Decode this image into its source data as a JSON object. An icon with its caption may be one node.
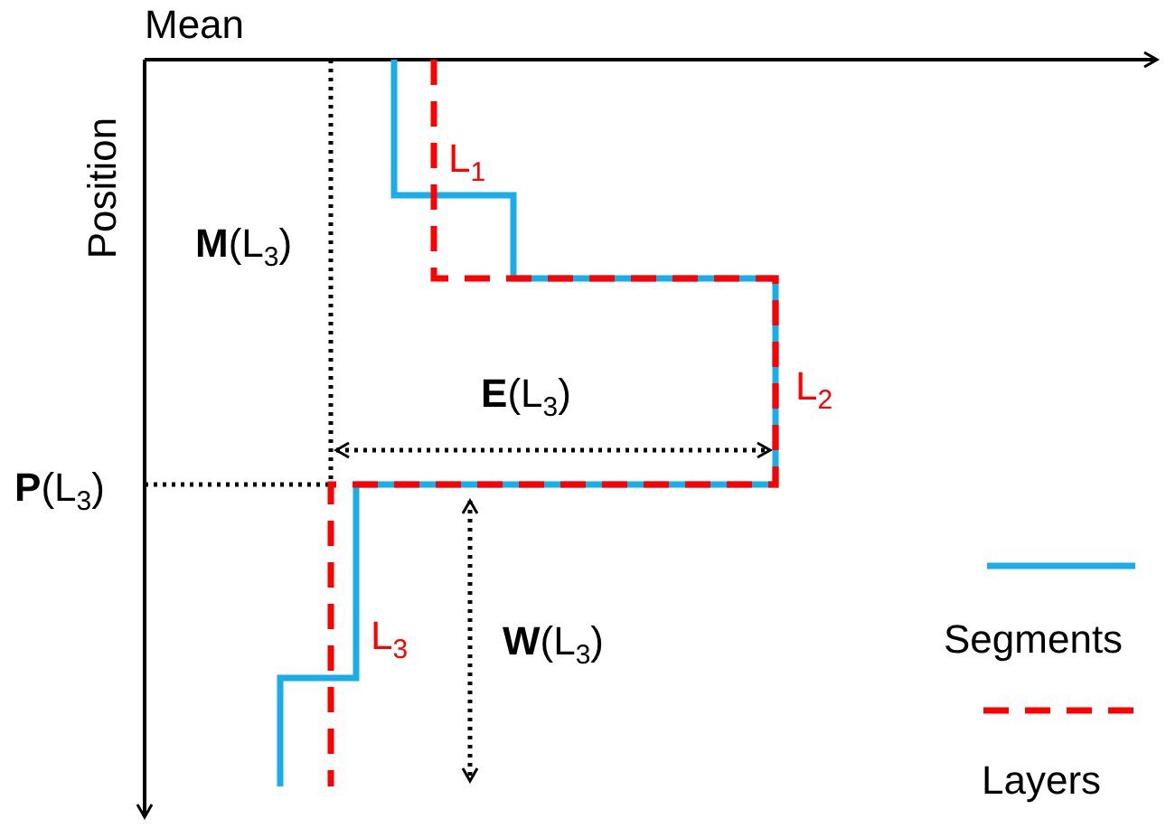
{
  "diagram": {
    "labels": [
      "Mean",
      "Position",
      "L$_{1}$",
      "**M**(L$_{3}$)",
      "L$_{2}$",
      "**E**(L$_{3}$)",
      "**P**(L$_{3}$)",
      "L$_{3}$",
      "**W**(L$_{3}$)"
    ],
    "legend": [
      {
        "text": "Segments"
      },
      {
        "text": "Layers"
      }
    ]
  }
}
